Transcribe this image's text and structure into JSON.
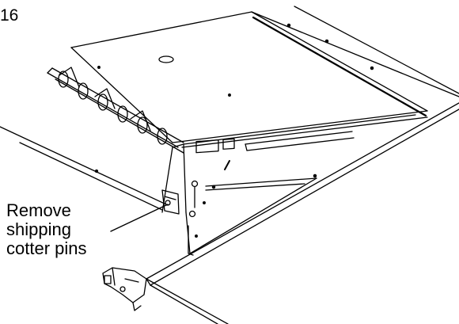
{
  "figure": {
    "number": "16",
    "callout_lines": [
      "Remove",
      "shipping",
      "cotter pins"
    ]
  }
}
